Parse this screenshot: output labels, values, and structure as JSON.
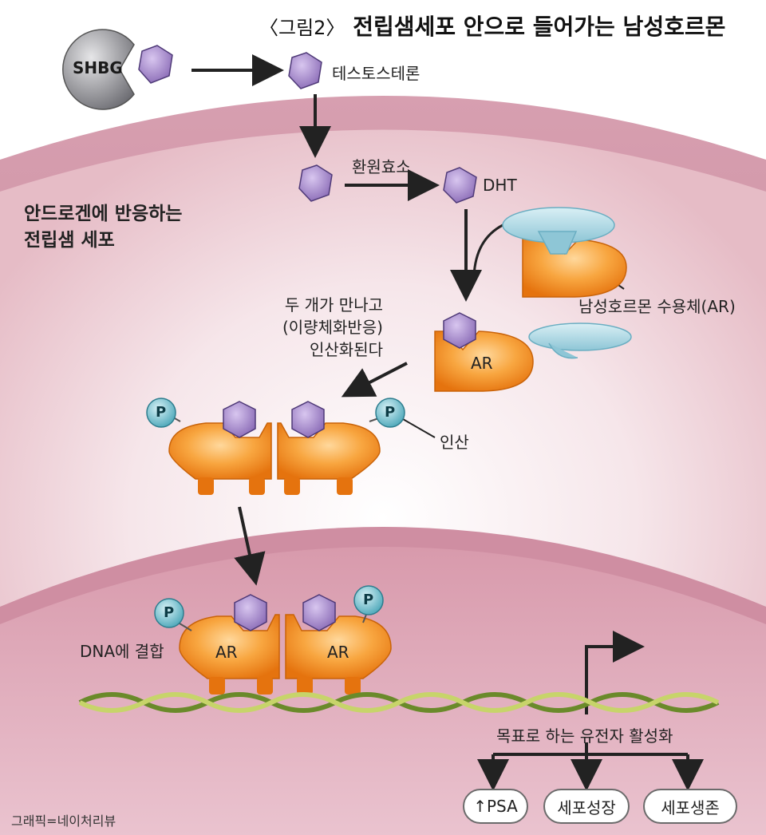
{
  "title": {
    "figure_tag": "〈그림2〉",
    "main": "전립샘세포 안으로 들어가는 남성호르몬"
  },
  "labels": {
    "shbg": "SHBG",
    "testosterone": "테스토스테론",
    "enzyme": "환원효소",
    "dht": "DHT",
    "cell": [
      "안드로겐에 반응하는",
      "전립샘 세포"
    ],
    "receptor": "남성호르몬 수용체(AR)",
    "ar": "AR",
    "dimerize": [
      "두 개가 만나고",
      "(이량체화반응)",
      "인산화된다"
    ],
    "phosphorylation": "인산",
    "p": "P",
    "dna_binding": "DNA에 결합",
    "gene_activation": "목표로 하는 유전자 활성화",
    "outcomes": [
      "↑PSA",
      "세포성장",
      "세포생존"
    ],
    "credit": "그래픽=네이처리뷰"
  },
  "colors": {
    "membrane": "#c98fa0",
    "cytoplasm": "#f4dfe4",
    "nucleus": "#d49aac",
    "hormone": "#9b7fc0",
    "receptor": "#f08a1e",
    "cap": "#a9d6e3",
    "phosphate": "#5db4c4",
    "shbg": "#9a9a9e"
  }
}
